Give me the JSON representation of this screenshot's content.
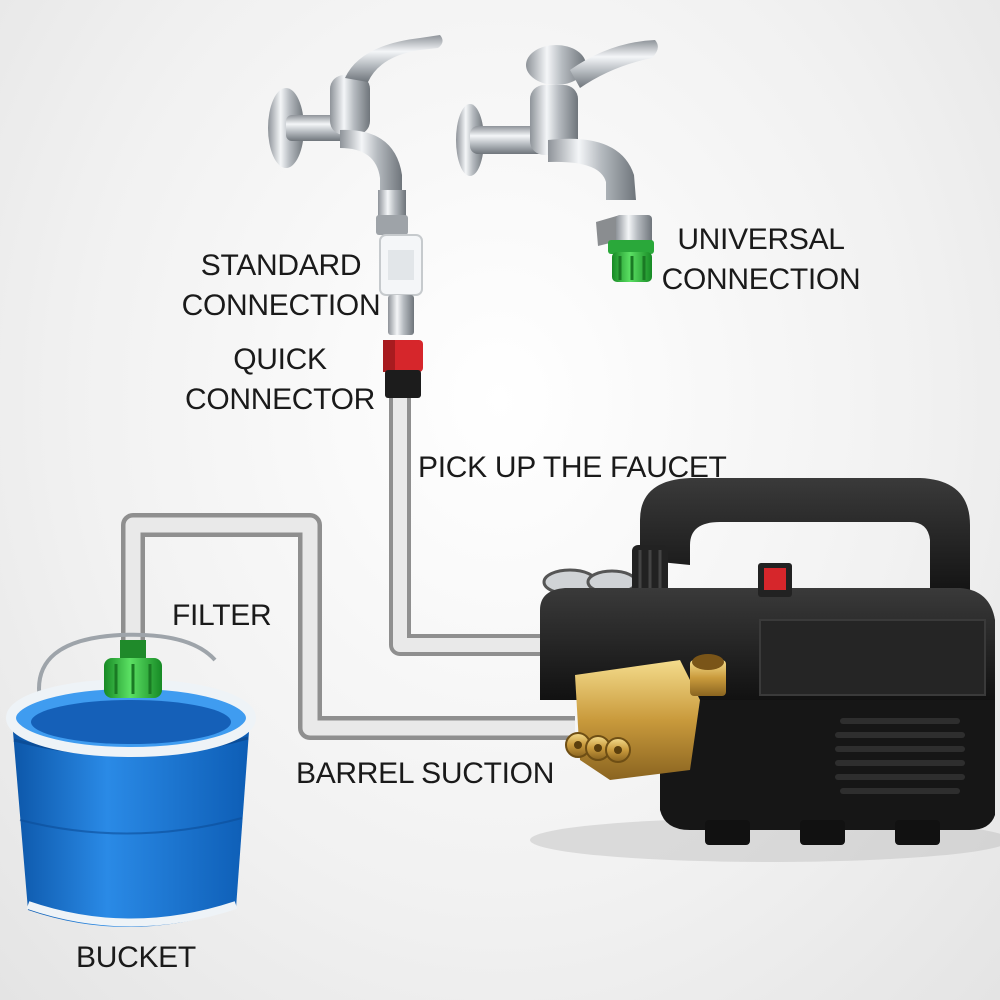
{
  "labels": {
    "standard_connection": [
      "STANDARD",
      "CONNECTION"
    ],
    "quick_connector": [
      "QUICK",
      "CONNECTOR"
    ],
    "universal_connection": [
      "UNIVERSAL",
      "CONNECTION"
    ],
    "pick_up_faucet": "PICK UP THE FAUCET",
    "filter": "FILTER",
    "barrel_suction": "BARREL SUCTION",
    "bucket": "BUCKET"
  },
  "colors": {
    "text": "#1a1a1a",
    "hose": "#c9c9c9",
    "chrome": "#c0c4c8",
    "bucket_blue": "#1c78d6",
    "filter_green": "#2bbf3a",
    "connector_red": "#d6262b",
    "brass": "#c9a24a",
    "machine_black": "#1b1b1b"
  },
  "icons": [
    "faucet-standard-icon",
    "faucet-universal-icon",
    "universal-adapter-icon",
    "quick-connector-icon",
    "filter-icon",
    "bucket-icon",
    "pressure-washer-icon"
  ]
}
